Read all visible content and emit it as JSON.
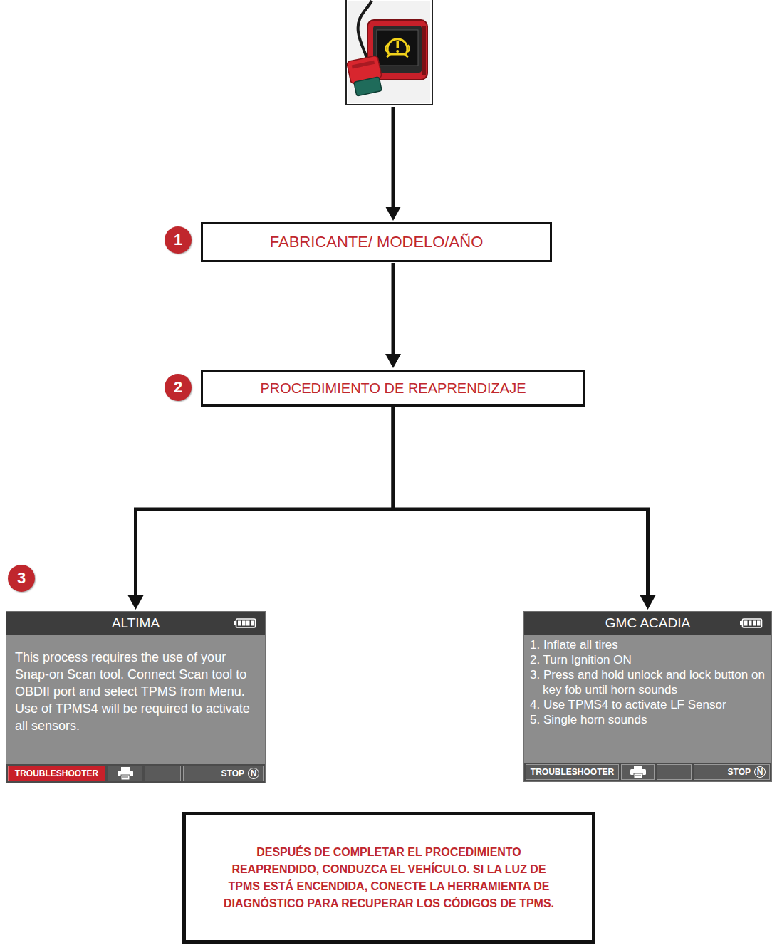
{
  "diagram": {
    "nodes": [
      {
        "text": [
          "FABRICANTE/ MODELO/AÑO"
        ]
      },
      {
        "text": [
          "PROCEDIMIENTO DE REAPRENDIZAJE"
        ]
      },
      {
        "text": [
          "ALTIMA",
          "This process requires the use of your Snap-on Scan tool. Connect Scan tool to OBDII port and select TPMS from Menu. Use of TPMS4 will be required to activate all sensors.",
          "TROUBLESHOOTER",
          "STOP",
          "N"
        ]
      },
      {
        "text": [
          "GMC ACADIA",
          "1. Inflate all tires",
          "2. Turn Ignition ON",
          "3. Press and hold unlock and lock button on key fob until horn sounds",
          "4. Use TPMS4 to activate LF Sensor",
          "5. Single horn sounds",
          "TROUBLESHOOTER",
          "STOP",
          "N"
        ]
      },
      {
        "text": [
          "DESPUÉS DE COMPLETAR EL PROCEDIMIENTO REAPRENDIDO, CONDUZCA EL VEHÍCULO. SI LA LUZ DE TPMS ESTÁ ENCENDIDA, CONECTE LA HERRAMIENTA DE DIAGNÓSTICO PARA RECUPERAR LOS CÓDIGOS DE TPMS."
        ]
      }
    ],
    "edges": [
      {
        "from": 0,
        "to": 1,
        "arrow": "to"
      },
      {
        "from": 1,
        "to": 2,
        "arrow": "to"
      },
      {
        "from": 1,
        "to": 3,
        "arrow": "to"
      }
    ],
    "labels": [
      "1",
      "2",
      "3"
    ]
  }
}
